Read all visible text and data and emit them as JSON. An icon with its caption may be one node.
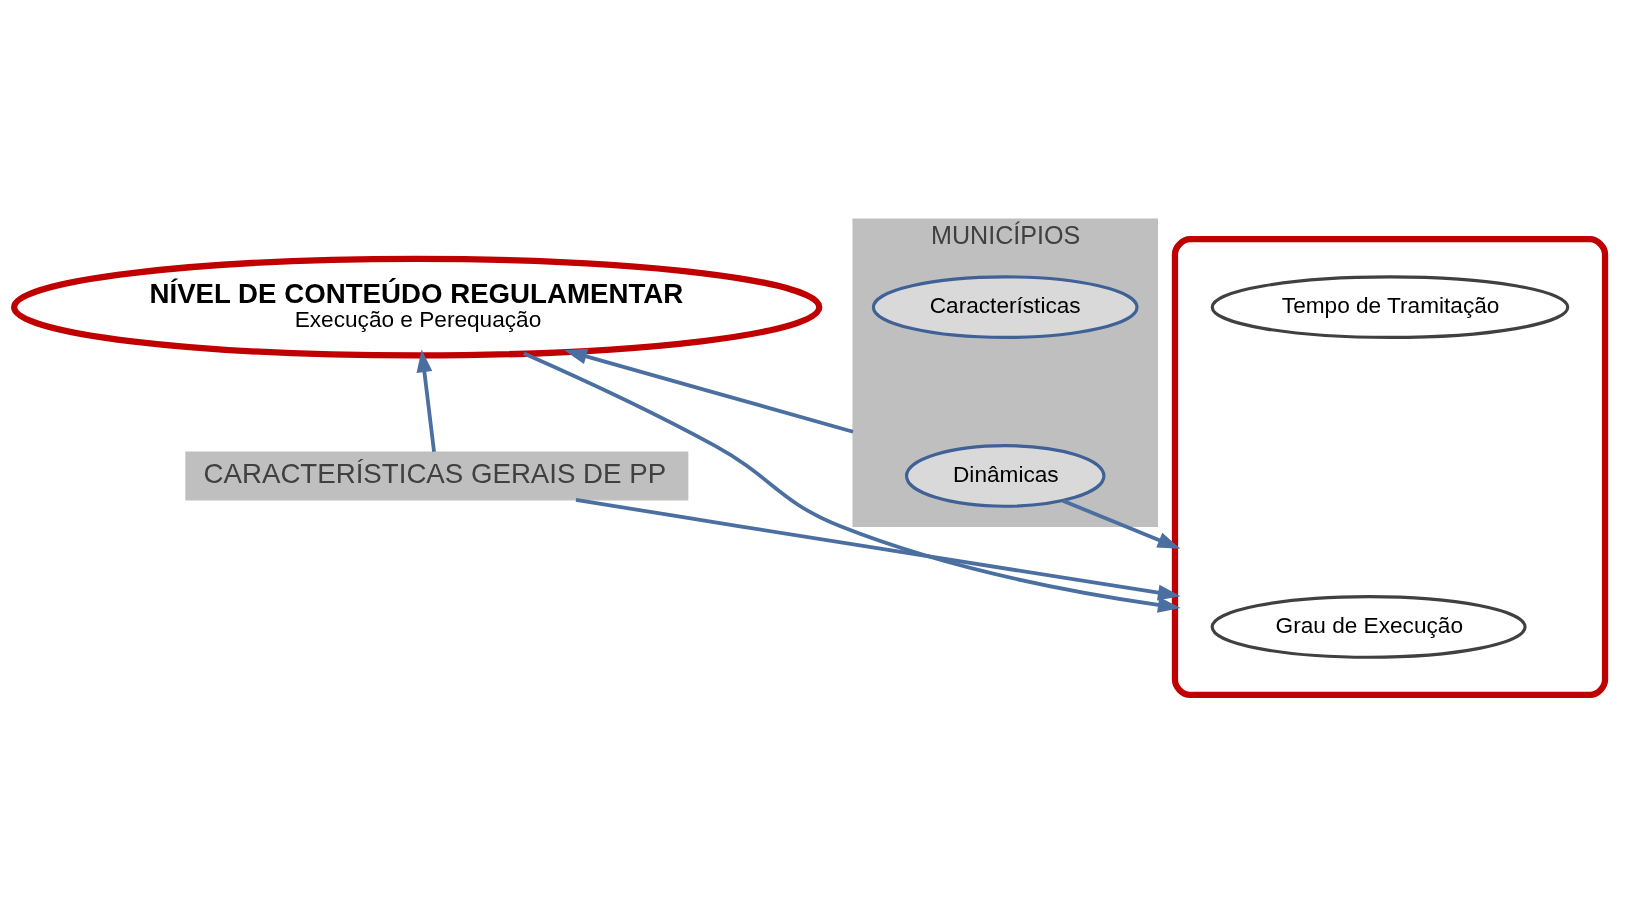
{
  "diagram": {
    "nodes": [
      {
        "text": [
          "NÍVEL DE CONTEÚDO REGULAMENTAR",
          "Execução e Perequação"
        ]
      },
      {
        "text": [
          "CARACTERÍSTICAS GERAIS DE PP"
        ]
      },
      {
        "text": [
          "MUNICÍPIOS"
        ]
      },
      {
        "text": [
          "Dinâmicas"
        ],
        "in": 2
      },
      {
        "text": [
          "Características"
        ],
        "in": 2
      },
      {
        "text": [],
        "shape": "ellipse"
      },
      {
        "text": [
          "Grau de Execução"
        ],
        "in": 5
      },
      {
        "text": [
          "Tempo de Tramitação"
        ],
        "in": 5
      }
    ],
    "edges": [
      {
        "from": 1,
        "to": 0,
        "arrow": "to"
      },
      {
        "from": 0,
        "to": 5,
        "arrow": "to"
      },
      {
        "from": 2,
        "to": 0,
        "arrow": "to"
      },
      {
        "from": 1,
        "to": 5,
        "arrow": "to"
      },
      {
        "from": 3,
        "to": 5,
        "arrow": "to"
      }
    ]
  }
}
